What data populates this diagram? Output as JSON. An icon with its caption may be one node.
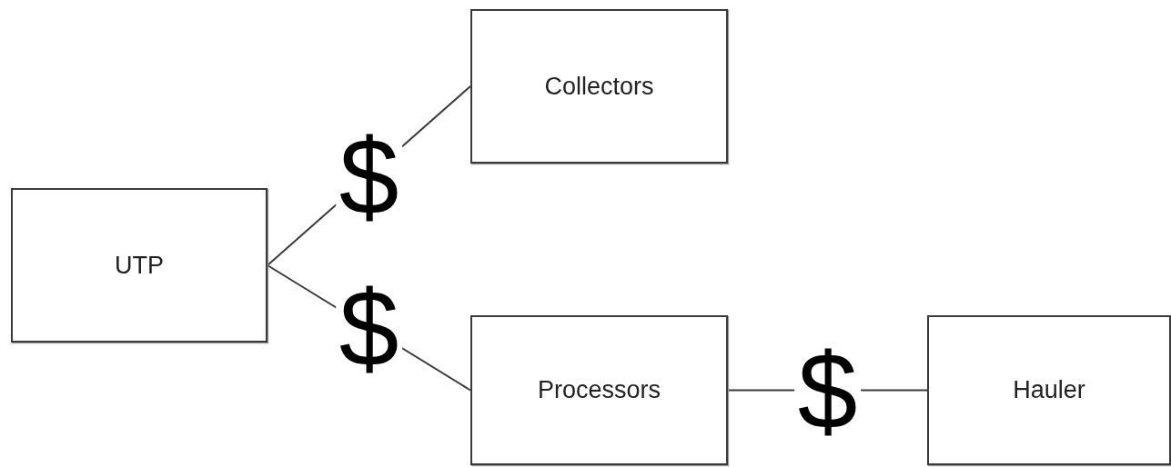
{
  "diagram": {
    "nodes": [
      {
        "text": [
          "UTP"
        ]
      },
      {
        "text": [
          "Collectors"
        ]
      },
      {
        "text": [
          "Processors"
        ]
      },
      {
        "text": [
          "Hauler"
        ]
      }
    ],
    "edges": [
      {
        "from": 0,
        "to": 1,
        "arrow": "none",
        "label": "$"
      },
      {
        "from": 0,
        "to": 2,
        "arrow": "none",
        "label": "$"
      },
      {
        "from": 2,
        "to": 3,
        "arrow": "none",
        "label": "$"
      }
    ]
  }
}
